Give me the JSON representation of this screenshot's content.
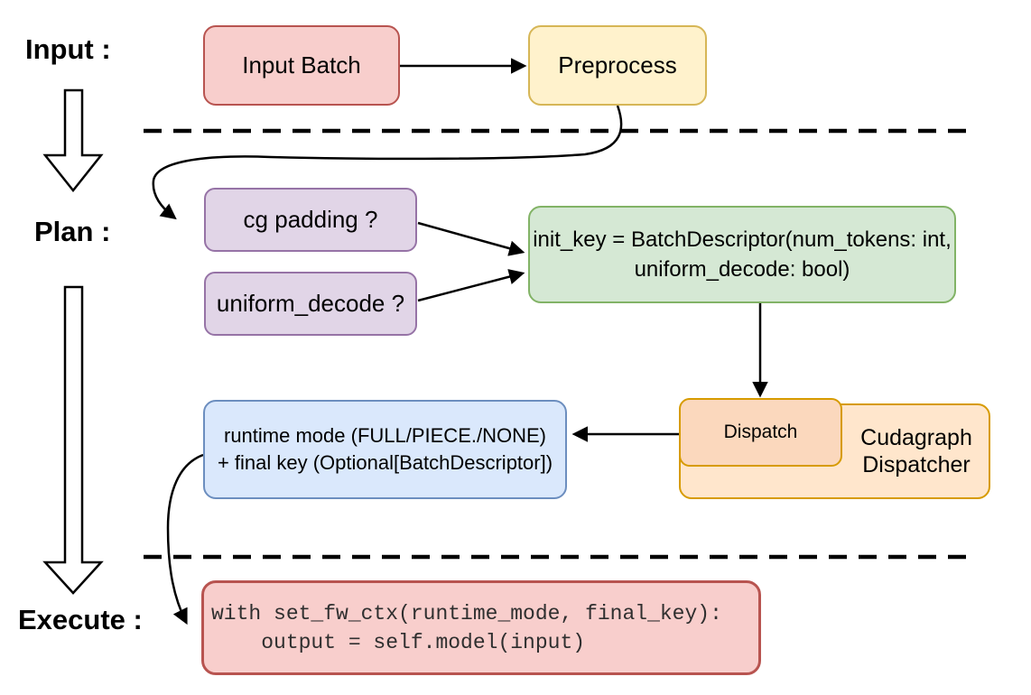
{
  "phase_labels": {
    "input": "Input :",
    "plan": "Plan :",
    "execute": "Execute :"
  },
  "nodes": {
    "input_batch": "Input Batch",
    "preprocess": "Preprocess",
    "cg_padding": "cg padding ?",
    "uniform_decode": "uniform_decode ?",
    "init_key_line1": "init_key = BatchDescriptor(num_tokens: int,",
    "init_key_line2": "uniform_decode: bool)",
    "dispatch": "Dispatch",
    "cudagraph_line1": "Cudagraph",
    "cudagraph_line2": "Dispatcher",
    "runtime_line1": "runtime mode (FULL/PIECE./NONE)",
    "runtime_line2": "+ final key (Optional[BatchDescriptor])",
    "code_line1": "with set_fw_ctx(runtime_mode, final_key):",
    "code_line2": "    output = self.model(input)"
  },
  "colors": {
    "bg": "#ffffff",
    "line": "#000000",
    "red_fill": "#f8cecc",
    "red_stroke": "#b85450",
    "yellow_fill": "#fff2cc",
    "yellow_stroke": "#d6b656",
    "purple_fill": "#e1d5e7",
    "purple_stroke": "#9673a6",
    "green_fill": "#d5e8d4",
    "green_stroke": "#82b366",
    "orange_fill": "#ffe6cc",
    "orange_stroke": "#d79b00",
    "peach_fill": "#fbd8bd",
    "blue_fill": "#dae8fc",
    "blue_stroke": "#6c8ebf"
  }
}
